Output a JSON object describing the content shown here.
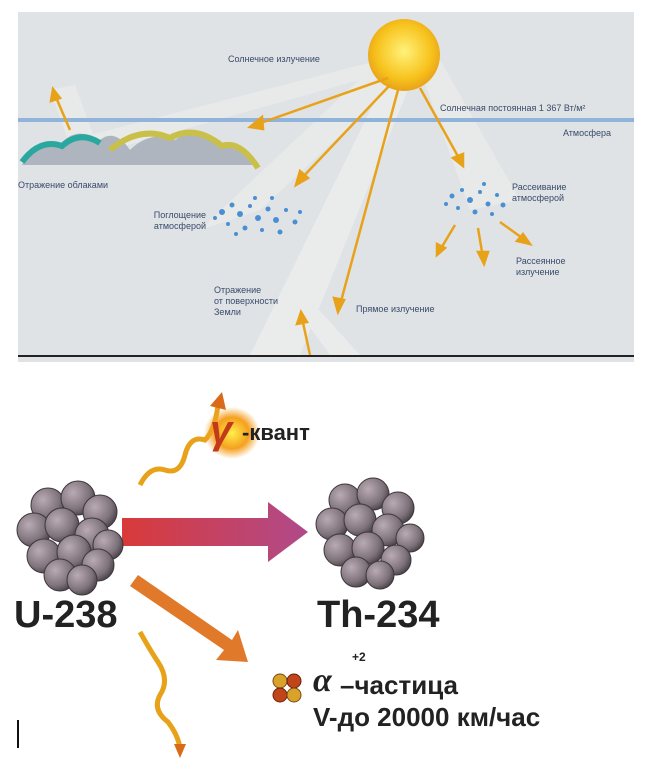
{
  "solar": {
    "label_radiation": "Солнечное излучение",
    "label_constant": "Солнечная постоянная 1 367 Вт/м²",
    "label_atmosphere": "Атмосфера",
    "label_cloud_reflection": "Отражение облаками",
    "label_absorption_line1": "Поглощение",
    "label_absorption_line2": "атмосферой",
    "label_scatter_line1": "Рассеивание",
    "label_scatter_line2": "атмосферой",
    "label_scattered_line1": "Рассеянное",
    "label_scattered_line2": "излучение",
    "label_surface_line1": "Отражение",
    "label_surface_line2": "от поверхности",
    "label_surface_line3": "Земли",
    "label_direct": "Прямое излучение"
  },
  "decay": {
    "gamma_symbol": "γ",
    "gamma_label": "-квант",
    "parent": "U-238",
    "daughter": "Th-234",
    "alpha_symbol": "α",
    "alpha_charge": "+2",
    "alpha_label": "–частица",
    "alpha_speed": "V-до 20000 км/час"
  },
  "colors": {
    "sun": "#f7c21c",
    "arrow_solar": "#e8a21a",
    "nucleus": "#8c7f87",
    "decay_arrow": "#c23a4a",
    "alpha_arrow": "#e07a2a"
  }
}
